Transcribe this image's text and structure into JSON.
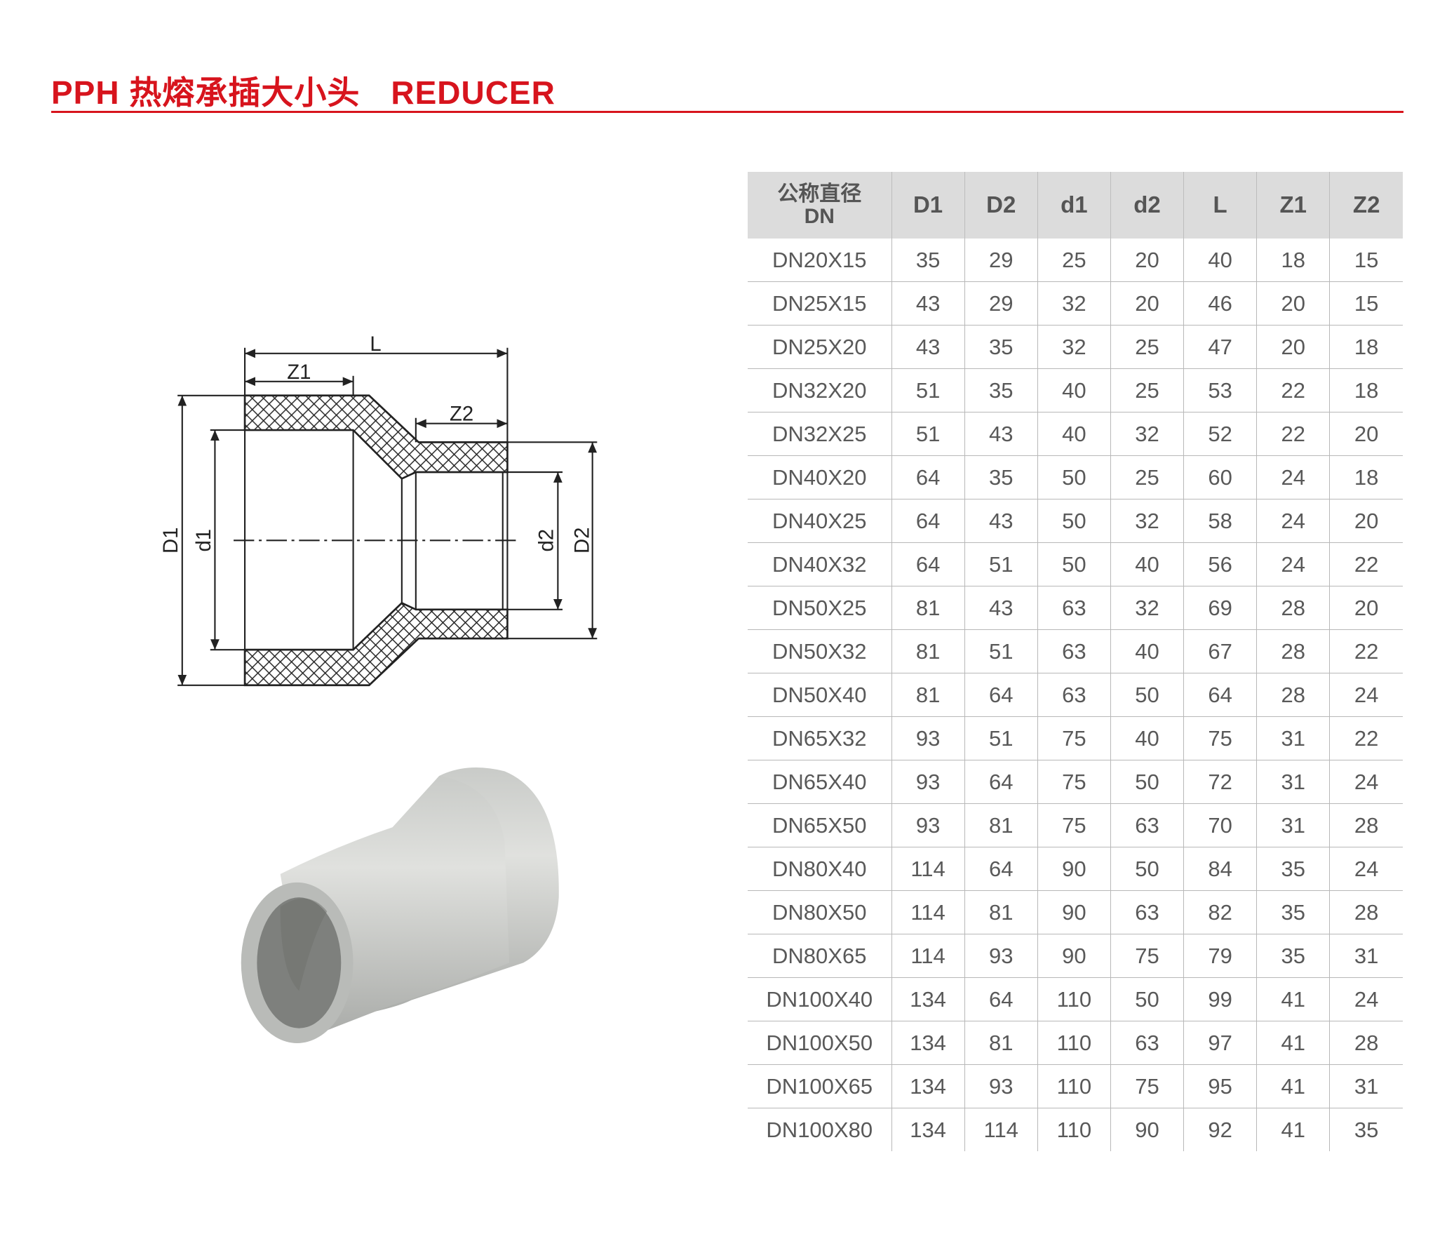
{
  "title": {
    "cn": "PPH 热熔承插大小头",
    "en": "REDUCER"
  },
  "drawing_labels": {
    "L": "L",
    "Z1": "Z1",
    "Z2": "Z2",
    "D1": "D1",
    "d1": "d1",
    "d2": "d2",
    "D2": "D2"
  },
  "colors": {
    "accent": "#d7141d",
    "header_bg": "#dcdcdc",
    "text": "#595959"
  },
  "table": {
    "headers": [
      "公称直径",
      "DN",
      "D1",
      "D2",
      "d1",
      "d2",
      "L",
      "Z1",
      "Z2"
    ],
    "rows": [
      [
        "DN20X15",
        "35",
        "29",
        "25",
        "20",
        "40",
        "18",
        "15"
      ],
      [
        "DN25X15",
        "43",
        "29",
        "32",
        "20",
        "46",
        "20",
        "15"
      ],
      [
        "DN25X20",
        "43",
        "35",
        "32",
        "25",
        "47",
        "20",
        "18"
      ],
      [
        "DN32X20",
        "51",
        "35",
        "40",
        "25",
        "53",
        "22",
        "18"
      ],
      [
        "DN32X25",
        "51",
        "43",
        "40",
        "32",
        "52",
        "22",
        "20"
      ],
      [
        "DN40X20",
        "64",
        "35",
        "50",
        "25",
        "60",
        "24",
        "18"
      ],
      [
        "DN40X25",
        "64",
        "43",
        "50",
        "32",
        "58",
        "24",
        "20"
      ],
      [
        "DN40X32",
        "64",
        "51",
        "50",
        "40",
        "56",
        "24",
        "22"
      ],
      [
        "DN50X25",
        "81",
        "43",
        "63",
        "32",
        "69",
        "28",
        "20"
      ],
      [
        "DN50X32",
        "81",
        "51",
        "63",
        "40",
        "67",
        "28",
        "22"
      ],
      [
        "DN50X40",
        "81",
        "64",
        "63",
        "50",
        "64",
        "28",
        "24"
      ],
      [
        "DN65X32",
        "93",
        "51",
        "75",
        "40",
        "75",
        "31",
        "22"
      ],
      [
        "DN65X40",
        "93",
        "64",
        "75",
        "50",
        "72",
        "31",
        "24"
      ],
      [
        "DN65X50",
        "93",
        "81",
        "75",
        "63",
        "70",
        "31",
        "28"
      ],
      [
        "DN80X40",
        "114",
        "64",
        "90",
        "50",
        "84",
        "35",
        "24"
      ],
      [
        "DN80X50",
        "114",
        "81",
        "90",
        "63",
        "82",
        "35",
        "28"
      ],
      [
        "DN80X65",
        "114",
        "93",
        "90",
        "75",
        "79",
        "35",
        "31"
      ],
      [
        "DN100X40",
        "134",
        "64",
        "110",
        "50",
        "99",
        "41",
        "24"
      ],
      [
        "DN100X50",
        "134",
        "81",
        "110",
        "63",
        "97",
        "41",
        "28"
      ],
      [
        "DN100X65",
        "134",
        "93",
        "110",
        "75",
        "95",
        "41",
        "31"
      ],
      [
        "DN100X80",
        "134",
        "114",
        "110",
        "90",
        "92",
        "41",
        "35"
      ]
    ]
  }
}
